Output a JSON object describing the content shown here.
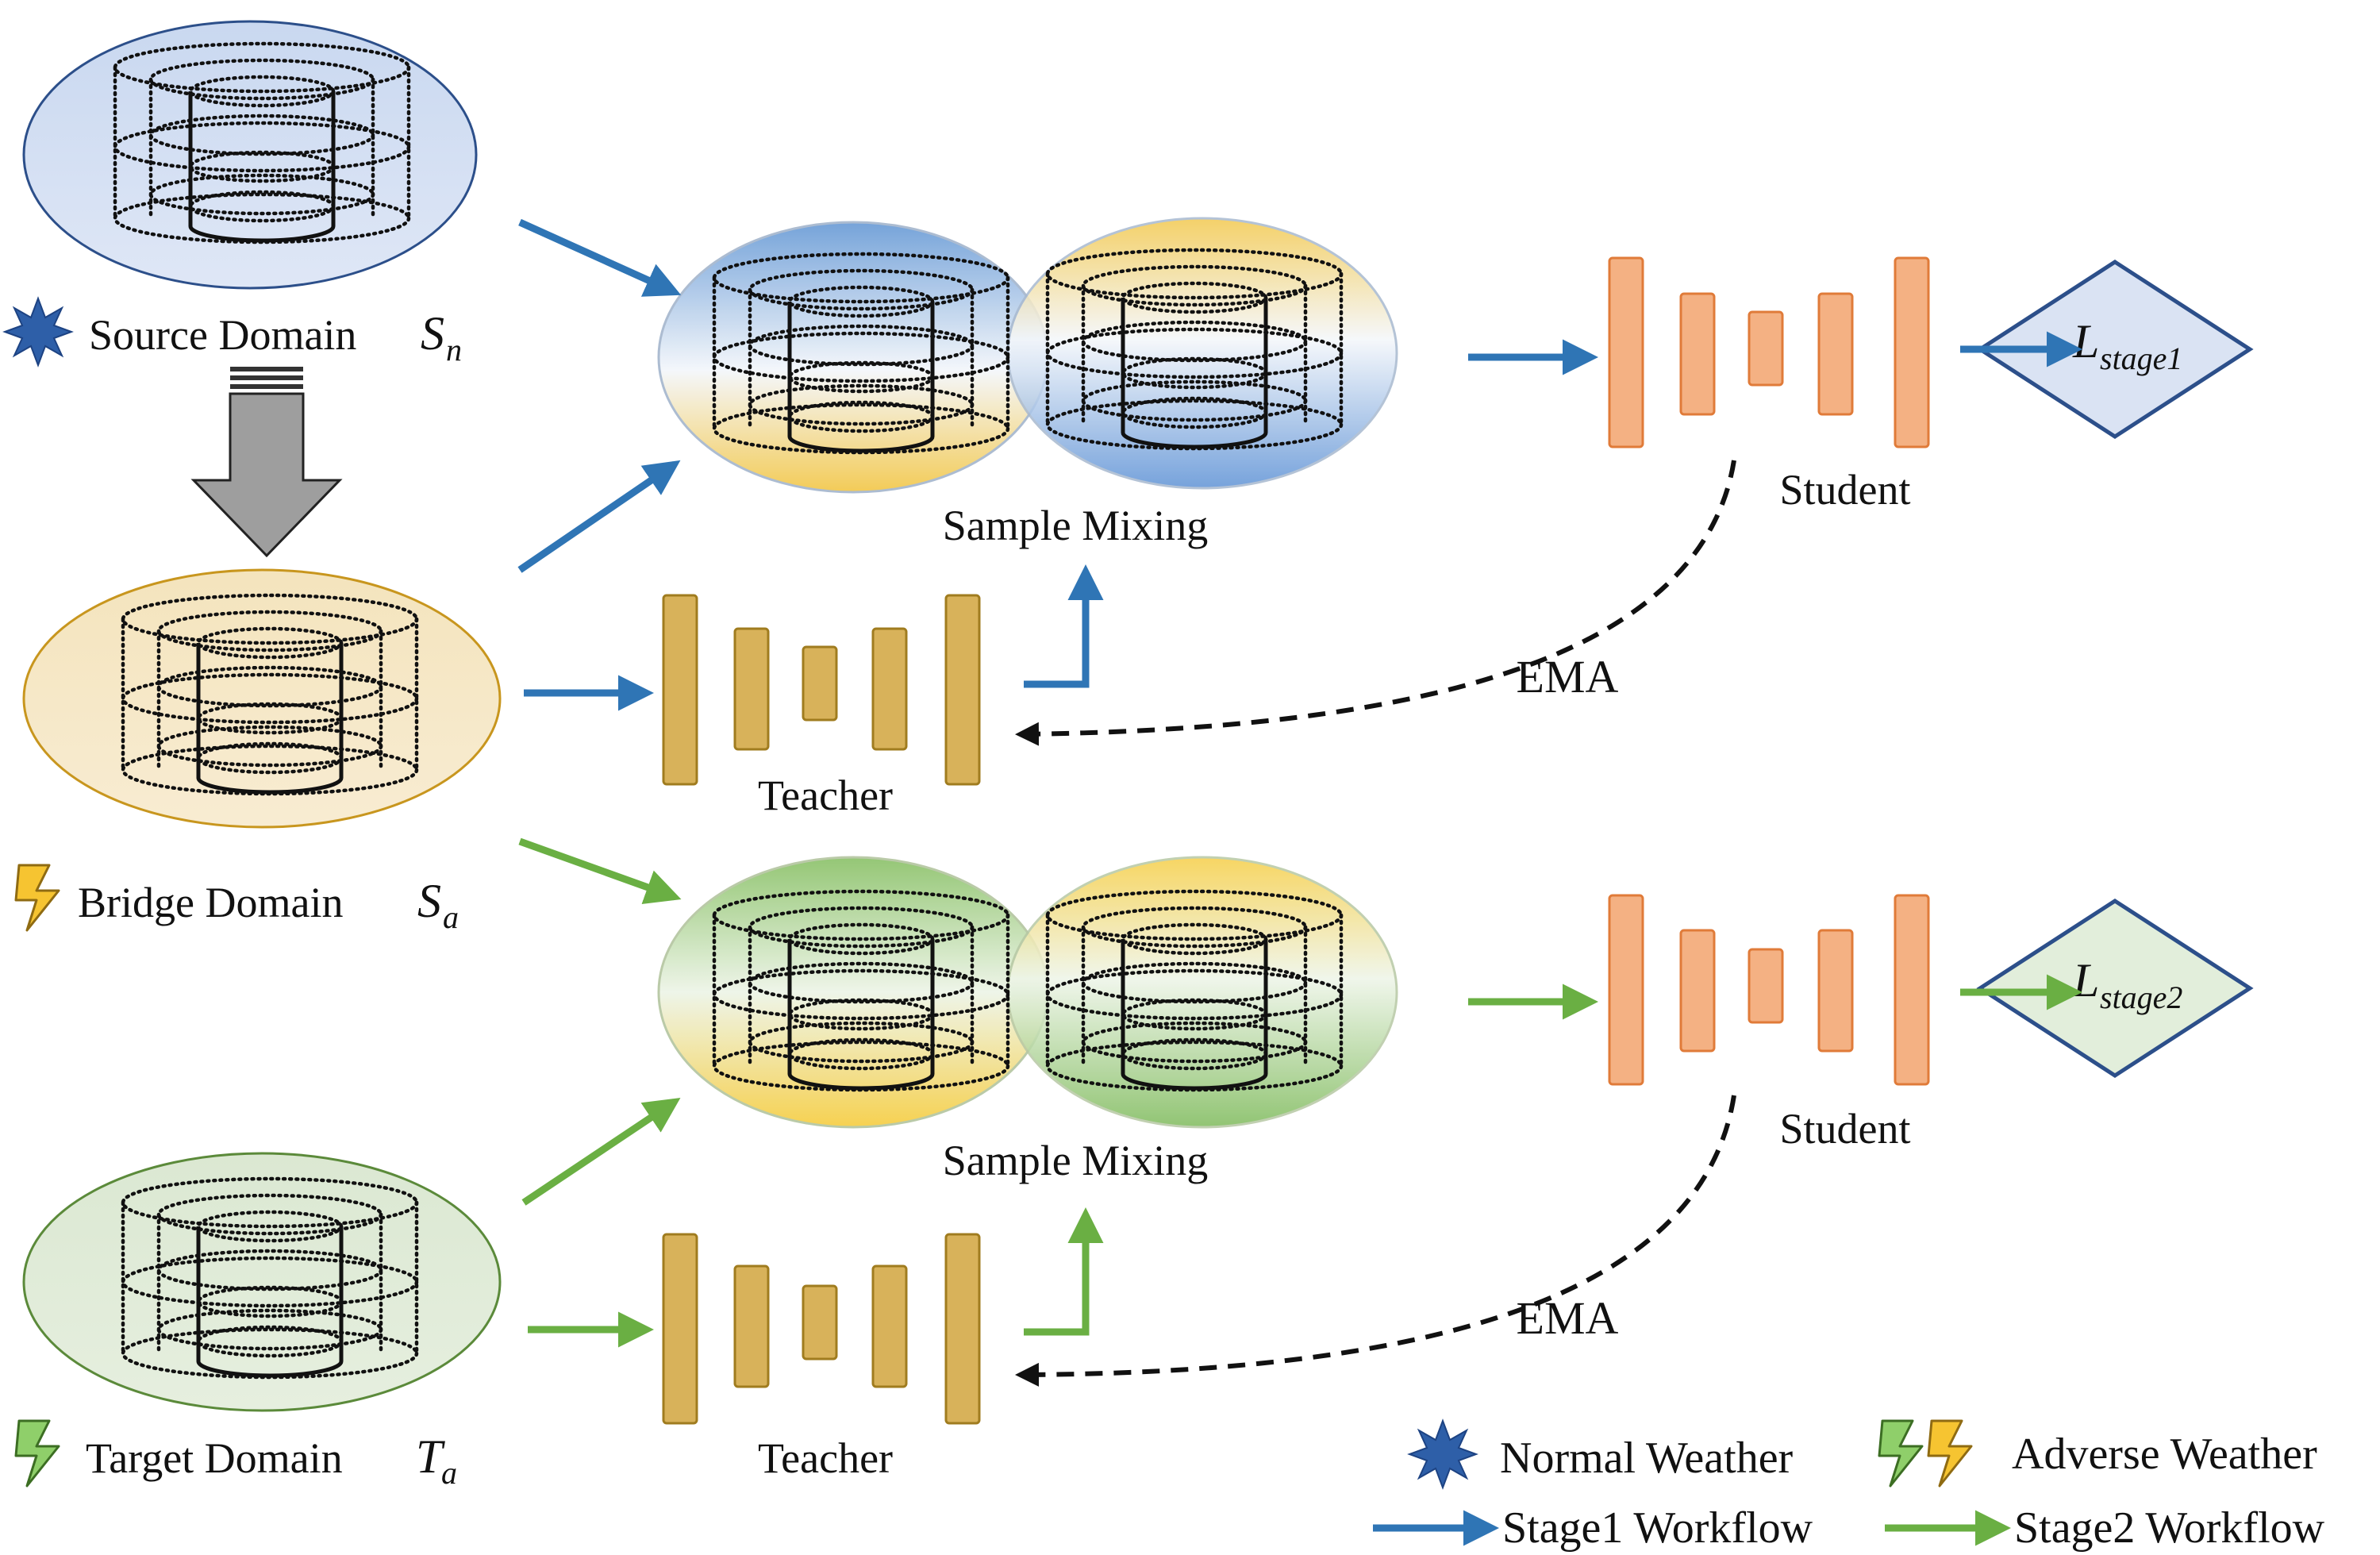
{
  "labels": {
    "source_domain": "Source Domain",
    "source_symbol": "S",
    "source_sub": "n",
    "bridge_domain": "Bridge Domain",
    "bridge_symbol": "S",
    "bridge_sub": "a",
    "target_domain": "Target Domain",
    "target_symbol": "T",
    "target_sub": "a",
    "sample_mixing_1": "Sample Mixing",
    "sample_mixing_2": "Sample Mixing",
    "teacher_1": "Teacher",
    "teacher_2": "Teacher",
    "student_1": "Student",
    "student_2": "Student",
    "ema_1": "EMA",
    "ema_2": "EMA",
    "loss_1_symbol": "L",
    "loss_1_sub": "stage1",
    "loss_2_symbol": "L",
    "loss_2_sub": "stage2"
  },
  "legend": {
    "normal_weather": "Normal Weather",
    "adverse_weather": "Adverse Weather",
    "stage1_workflow": "Stage1 Workflow",
    "stage2_workflow": "Stage2 Workflow"
  },
  "colors": {
    "stage1_arrow": "#2f75b5",
    "stage2_arrow": "#6aaf43",
    "teacher_fill": "#d8b25a",
    "student_fill": "#f4b183",
    "student_stroke": "#e07b39",
    "source_fill": "#dae3f3",
    "bridge_fill": "#f5e6c4",
    "target_fill": "#e2eedb"
  },
  "icons": {
    "normal_weather": "star-burst-icon",
    "adverse_weather": "lightning-icon"
  }
}
